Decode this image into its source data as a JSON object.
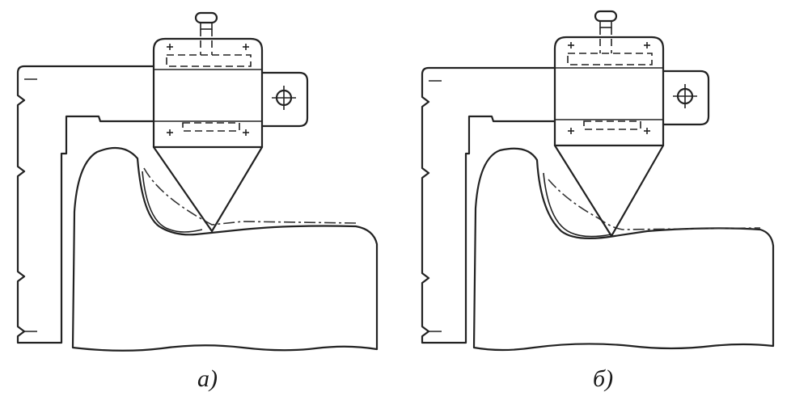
{
  "figures": [
    {
      "id": "a",
      "caption": "a)"
    },
    {
      "id": "b",
      "caption": "б)"
    }
  ],
  "colors": {
    "stroke": "#222222",
    "background": "#ffffff"
  }
}
